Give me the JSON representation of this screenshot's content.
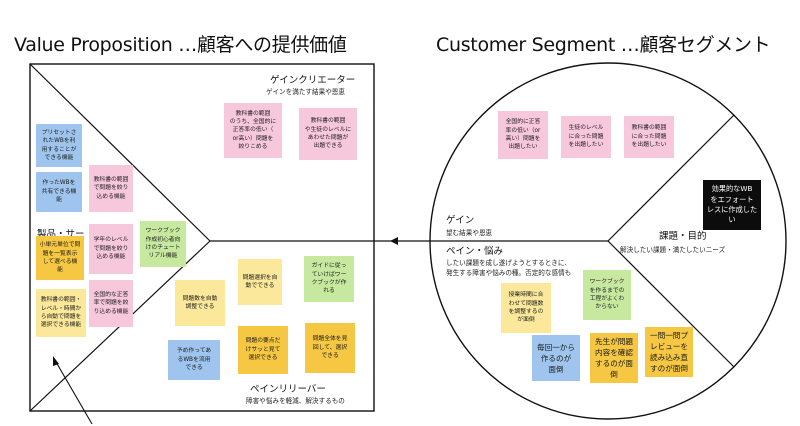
{
  "titles": {
    "value_proposition": "Value Proposition …顧客への提供価値",
    "customer_segment": "Customer Segment …顧客セグメント"
  },
  "value_map": {
    "gain_creator": {
      "title": "ゲインクリエーター",
      "subtitle": "ゲインを満たす結果や恩恵"
    },
    "pain_reliever": {
      "title": "ペインリリーバー",
      "subtitle": "障害や悩みを軽減、解決するもの"
    },
    "products": {
      "title": "製品・サー"
    },
    "notes": [
      "教科書の範囲\nのうち、全国的に\n正答率の低い（\nor高い）問題を\n絞りこめる",
      "教科書の範囲\nや生徒のレベルに\nあわせた問題が\n出題できる",
      "プリセットさ\nれたWBを利\n用することが\nできる機能",
      "作ったWBを\n共有できる機\n能",
      "教科書の範囲\nで問題を絞り\n込める機能",
      "小単元単位で問\n題を一覧表示\nして選べる機\n能",
      "学年のレベル\nで問題を絞り\n込める機能",
      "ワークブック\n作成初心者向\nけのチュート\nリアル機能",
      "全国的な正答\n率で問題を絞\nり込める機能",
      "教科書の範囲・\nレベル・時間か\nら自動で問題を\n選択できる機能",
      "問題選択を自\n動でできる",
      "ガイドに従っ\nていけばワー\nクブックが作\nれる",
      "問題数を自動\n調整できる",
      "予め作ってあ\nるWBを流用\nできる",
      "問題の要点だ\nけサッと見て\n選択できる",
      "問題全体を見\n回して、選択\nできる"
    ]
  },
  "customer_profile": {
    "gain": {
      "title": "ゲイン",
      "subtitle": "望む結果や恩恵"
    },
    "pain": {
      "title": "ペイン・悩み",
      "subtitle": "したい課題を成し遂げようとするときに、\n発生する障害や悩みの種。否定的な感情も"
    },
    "jobs": {
      "title": "課題・目的",
      "subtitle": "解決したい課題・満たしたいニーズ"
    },
    "notes": [
      "全国的に正答\n率の低い（or\n高い）問題を\n出題したい",
      "生徒のレベル\nに合った問題\nを出題したい",
      "教科書の範囲\nに合った問題\nを出題したい",
      "効果的なWB\nをエフォート\nレスに作成した\nい",
      "ワークブック\nを作るまでの\n工程がよくわ\nからない",
      "授業時間に合\nわせて問題数\nを調整するの\nが面倒",
      "毎回一から\n作るのが\n面倒",
      "先生が問題\n内容を確認\nするのが面\n倒",
      "一問一問プ\nレビューを\n読み込み直\nすのが面倒"
    ]
  }
}
